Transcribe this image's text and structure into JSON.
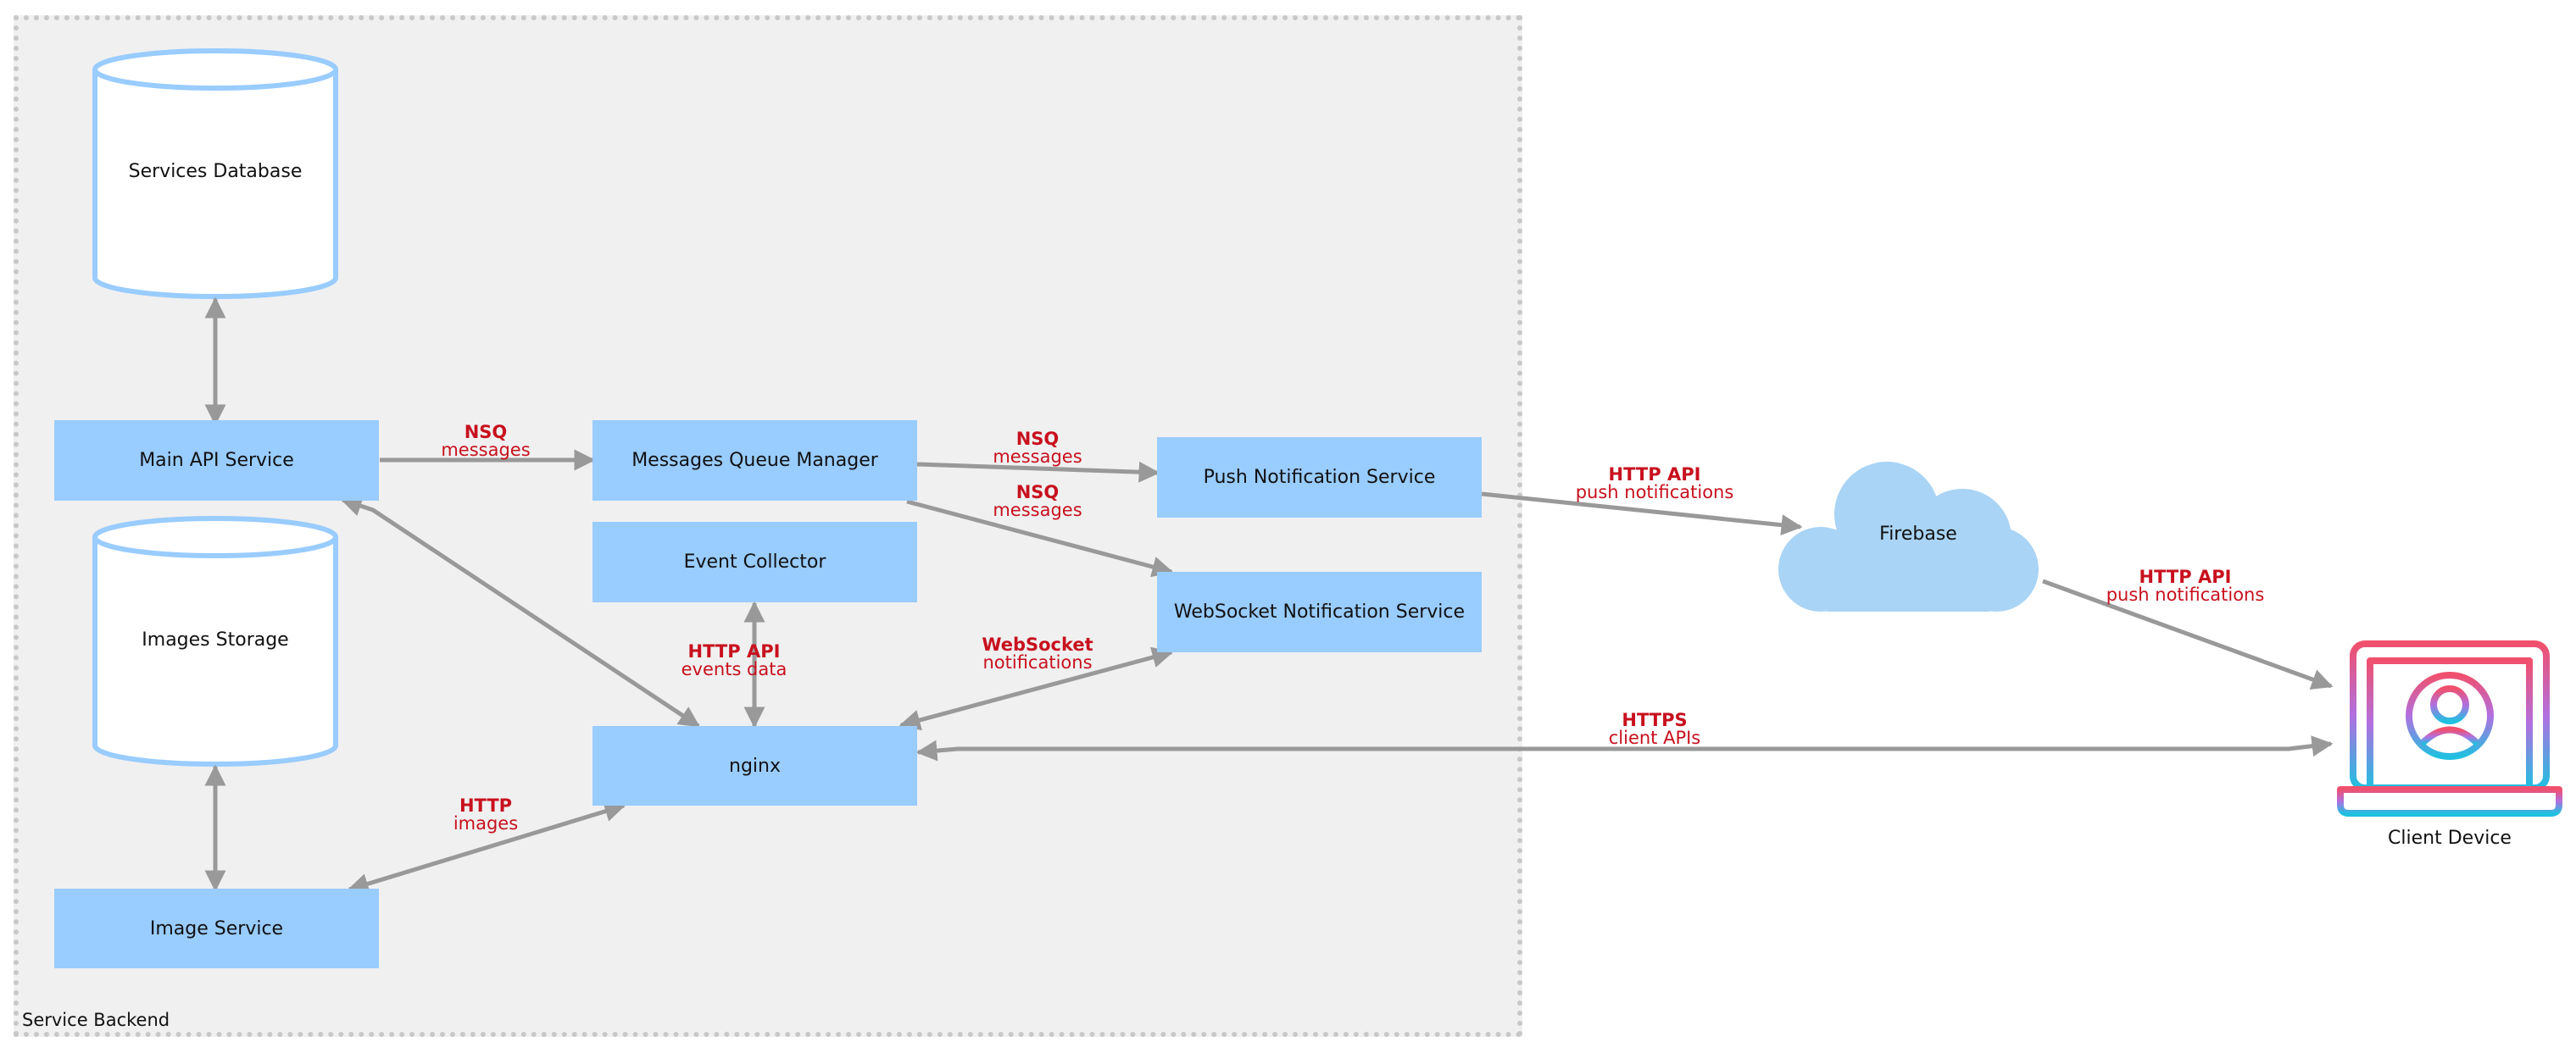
{
  "group": {
    "label": "Service Backend"
  },
  "nodes": {
    "services_db": "Services Database",
    "images_storage": "Images Storage",
    "main_api": "Main API Service",
    "mq_manager": "Messages Queue Manager",
    "event_collector": "Event Collector",
    "nginx": "nginx",
    "image_service": "Image Service",
    "push_service": "Push Notification Service",
    "ws_service": "WebSocket Notification Service",
    "firebase": "Firebase",
    "client_device": "Client Device"
  },
  "edges": {
    "main_mq": {
      "protocol": "NSQ",
      "payload": "messages"
    },
    "mq_push": {
      "protocol": "NSQ",
      "payload": "messages"
    },
    "mq_ws": {
      "protocol": "NSQ",
      "payload": "messages"
    },
    "nginx_event": {
      "protocol": "HTTP API",
      "payload": "events data"
    },
    "ws_nginx": {
      "protocol": "WebSocket",
      "payload": "notifications"
    },
    "nginx_image": {
      "protocol": "HTTP",
      "payload": "images"
    },
    "push_firebase": {
      "protocol": "HTTP API",
      "payload": "push notifications"
    },
    "firebase_client": {
      "protocol": "HTTP API",
      "payload": "push notifications"
    },
    "nginx_client": {
      "protocol": "HTTPS",
      "payload": "client APIs"
    }
  },
  "colors": {
    "node_fill": "#99ccff",
    "db_stroke": "#99ccff",
    "cloud_fill": "#a9d4f5",
    "edge": "#999999",
    "edge_label": "#c8101e",
    "device_gradient": [
      "#f0506e",
      "#b070e0",
      "#20c0e0"
    ]
  },
  "icons": {
    "client_device": "laptop-user-icon",
    "firebase": "cloud-icon"
  }
}
